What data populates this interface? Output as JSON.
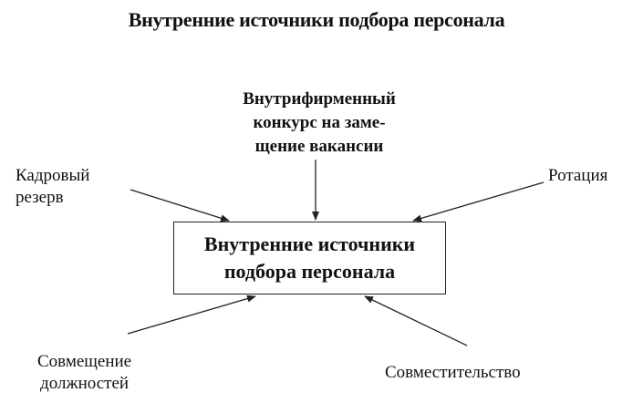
{
  "title": "Внутренние источники подбора персонала",
  "center": {
    "line1": "Внутренние источники",
    "line2": "подбора персонала"
  },
  "sources": {
    "top": [
      "Внутрифирменный",
      "конкурс на заме-",
      "щение вакансии"
    ],
    "top_left": [
      "Кадровый",
      "резерв"
    ],
    "top_right": "Ротация",
    "bottom_left": [
      "Совмещение",
      "должностей"
    ],
    "bottom_right": "Совместительство"
  }
}
